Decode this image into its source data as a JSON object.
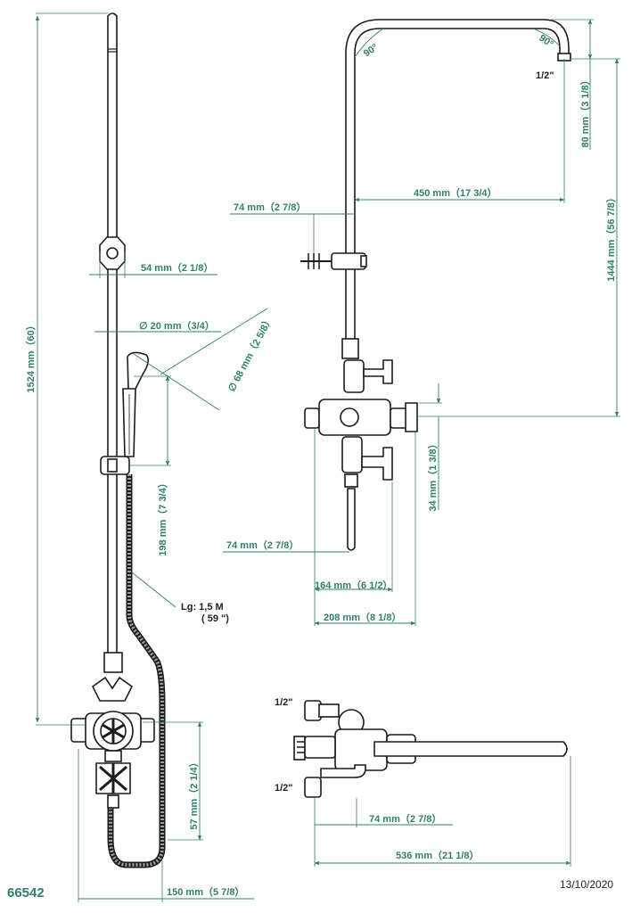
{
  "product_ref": "66542",
  "date": "13/10/2020",
  "dimensions": {
    "column_height": "1524 mm（60）",
    "rail_offset": "54 mm（2 1/8）",
    "tube_diameter": "∅ 20 mm（3/4）",
    "hand_shower_diameter": "∅ 68 mm（2 5/8）",
    "handset_holder_height": "198 mm（7 3/4）",
    "hose_length_metric": "Lg: 1,5 M",
    "hose_length_inch": "( 59 \")",
    "mixer_height": "57 mm（2 1/4）",
    "hose_offset": "150 mm（5 7/8）",
    "arm_angle_left": "90°",
    "arm_angle_right": "90°",
    "outlet_thread_top": "1/2\"",
    "outlet_drop": "80 mm（3 1/8）",
    "arm_projection": "450 mm（17 3/4）",
    "side_wall_offset_top": "74 mm（2 7/8）",
    "side_column_height": "1444 mm（56 7/8）",
    "side_valve_height": "34 mm（1 3/8）",
    "side_wall_offset_bottom": "74 mm（2 7/8）",
    "side_body_depth": "164 mm（6 1/2）",
    "side_total_depth": "208 mm（8 1/8）",
    "inlet_thread_upper": "1/2\"",
    "inlet_thread_lower": "1/2\"",
    "plan_wall_offset": "74 mm（2 7/8）",
    "plan_total_projection": "536 mm（21 1/8）"
  }
}
